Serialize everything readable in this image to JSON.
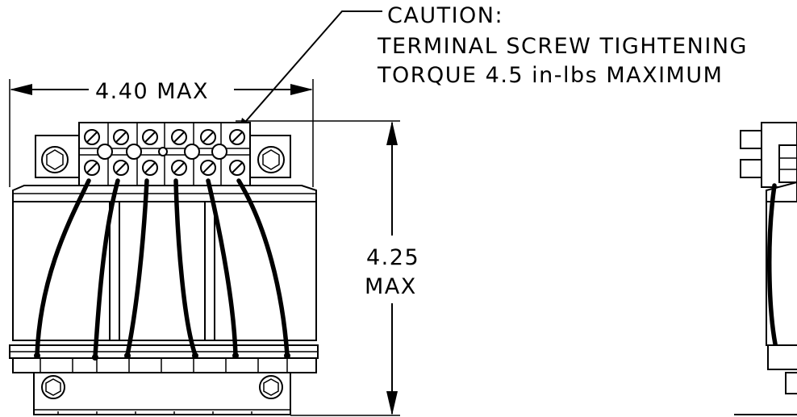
{
  "caution": {
    "heading": "CAUTION:",
    "line1": "TERMINAL SCREW TIGHTENING",
    "line2": "TORQUE 4.5 in-lbs MAXIMUM"
  },
  "dimensions": {
    "width_label": "4.40 MAX",
    "height_value": "4.25",
    "height_unit": "MAX"
  },
  "components": {
    "terminal_screw_count": 12,
    "mounting_bolt_count": 4,
    "coil_count": 3,
    "wire_count": 6
  }
}
